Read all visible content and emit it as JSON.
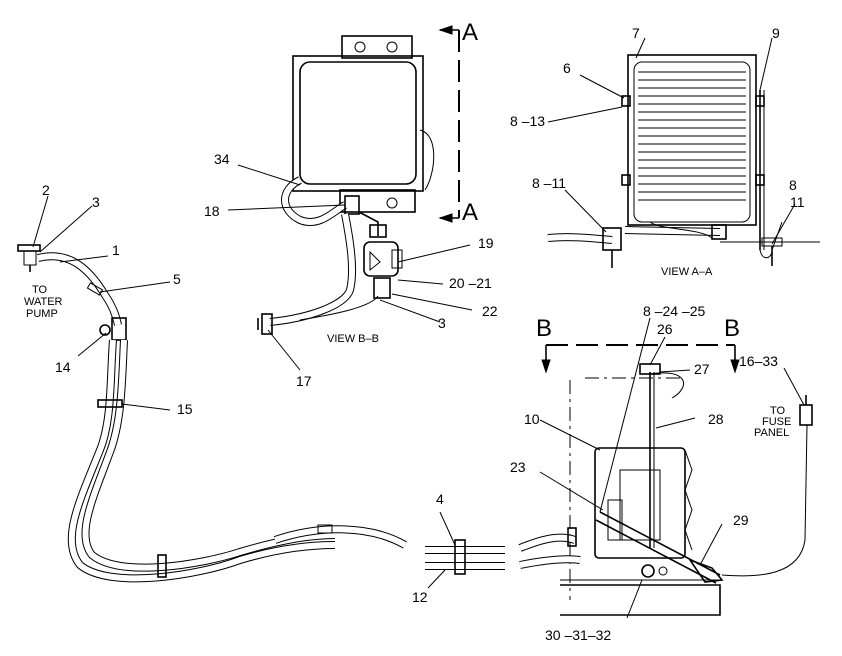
{
  "callouts": {
    "c1": "1",
    "c2": "2",
    "c3a": "3",
    "c3b": "3",
    "c4": "4",
    "c5": "5",
    "c6": "6",
    "c7": "7",
    "c8_13": "8 –13",
    "c8_11": "8 –11",
    "c8": "8",
    "c9": "9",
    "c10": "10",
    "c11": "11",
    "c12": "12",
    "c14": "14",
    "c15": "15",
    "c16_33": "16–33",
    "c17": "17",
    "c18": "18",
    "c19": "19",
    "c20_21": "20 –21",
    "c22": "22",
    "c23": "23",
    "c8_24_25": "8 –24 –25",
    "c26": "26",
    "c27": "27",
    "c28": "28",
    "c29": "29",
    "c30_31_32": "30 –31–32",
    "c34": "34"
  },
  "notes": {
    "water_pump_1": "TO",
    "water_pump_2": "WATER",
    "water_pump_3": "PUMP",
    "fuse_1": "TO",
    "fuse_2": "FUSE",
    "fuse_3": "PANEL"
  },
  "views": {
    "view_aa": "VIEW A–A",
    "view_bb": "VIEW B–B"
  },
  "section_marks": {
    "a_top": "A",
    "a_bottom": "A",
    "b_left": "B",
    "b_right": "B"
  }
}
